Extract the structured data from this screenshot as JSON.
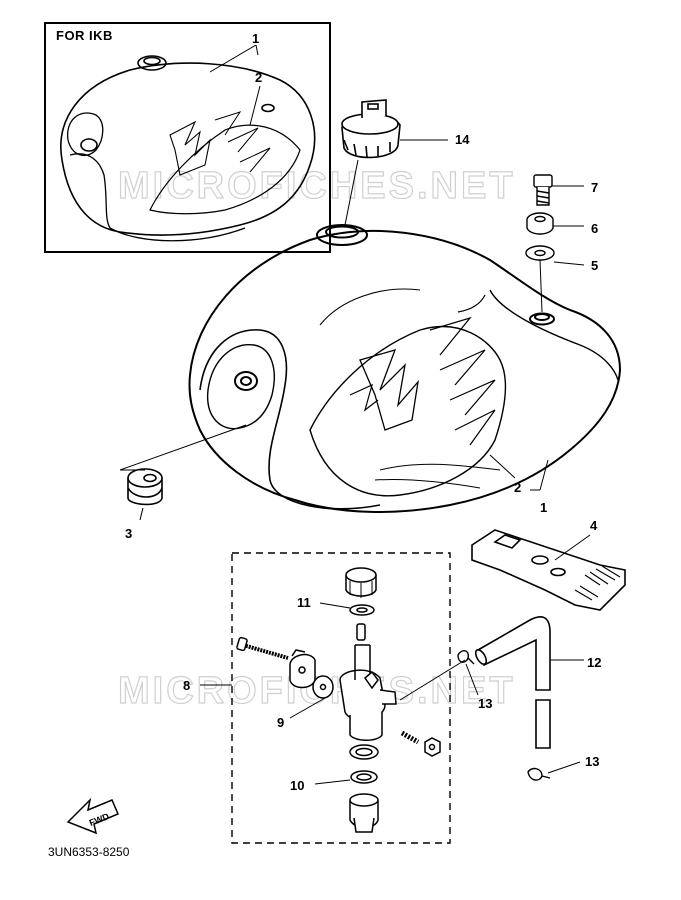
{
  "inset": {
    "label": "FOR IKB"
  },
  "watermark": "MICROFICHES.NET",
  "fwd_label": "FWD",
  "drawing_code": "3UN6353-8250",
  "callouts": {
    "inset_1": "1",
    "inset_2": "2",
    "c1": "1",
    "c2": "2",
    "c3": "3",
    "c4": "4",
    "c5": "5",
    "c6": "6",
    "c7": "7",
    "c8": "8",
    "c9": "9",
    "c10": "10",
    "c11": "11",
    "c12": "12",
    "c13a": "13",
    "c13b": "13",
    "c14": "14"
  }
}
